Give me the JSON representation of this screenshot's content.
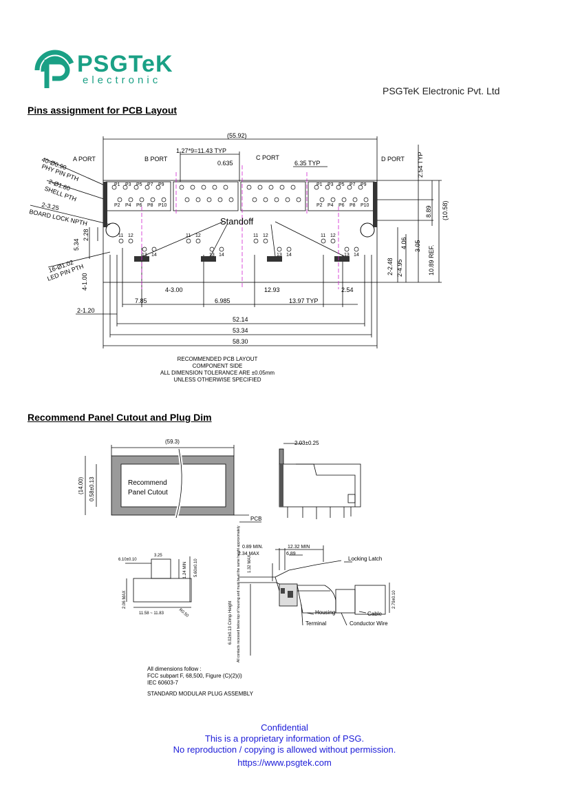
{
  "header": {
    "logo_word": "PSGTeK",
    "logo_sub": "electronic",
    "company": "PSGTeK Electronic Pvt. Ltd"
  },
  "section1": {
    "title": "Pins assignment for PCB Layout",
    "labels": {
      "overall": "(55.92)",
      "pitch": "1.27*9=11.43 TYP",
      "pitch_small": "0.635",
      "port_a": "A PORT",
      "port_b": "B PORT",
      "port_c": "C PORT",
      "port_d": "D PORT",
      "typ635": "6.35 TYP",
      "typ254": "2.54 TYP",
      "phy_pin_1": "40-Ø0.90",
      "phy_pin_2": "PHY PIN PTH",
      "shell_1": "2-Ø1.60",
      "shell_2": "SHELL PTH",
      "board_lock_1": "2-3.25",
      "board_lock_2": "BOARD LOCK NPTH",
      "led_pin_1": "16-Ø1.02",
      "led_pin_2": "LED PIN PTH",
      "standoff": "Standoff",
      "d889": "8.89",
      "d1058": "(10.58)",
      "d406": "4.06",
      "d305": "3.05",
      "d1089": "10.89 REF.",
      "d248": "2-2.48",
      "d495": "2-4.95",
      "d534": "5.34",
      "d228": "2.28",
      "d4100": "4-1.00",
      "d4300": "4-3.00",
      "d785": "7.85",
      "d6985": "6.985",
      "d1293": "12.93",
      "d254b": "2.54",
      "d1397": "13.97 TYP",
      "d2120": "2-1.20",
      "d5214": "52.14",
      "d5334": "53.34",
      "d5830": "58.30",
      "pins_top": [
        "P1",
        "P3",
        "P5",
        "P7",
        "P9"
      ],
      "pins_bottom": [
        "P2",
        "P4",
        "P6",
        "P8",
        "P10"
      ],
      "led_nums": [
        "11",
        "12",
        "13",
        "14"
      ]
    },
    "note": [
      "RECOMMENDED PCB LAYOUT",
      "COMPONENT SIDE",
      "ALL DIMENSION TOLERANCE ARE ±0.05mm",
      "UNLESS OTHERWISE SPECIFIED"
    ]
  },
  "section2": {
    "title": "Recommend Panel Cutout and Plug Dim",
    "labels": {
      "width": "(59.3)",
      "height_outer": "(14.00)",
      "height_inner": "0.58±0.13",
      "cutout_1": "Recommend",
      "cutout_2": "Panel Cutout",
      "pcb": "PCB",
      "side_dim": "2.03±0.25",
      "plug_325": "3.25",
      "plug_610": "6.10±0.10",
      "plug_124": "1.24 MIN",
      "plug_560": "5.60±0.10",
      "plug_206": "2.06 MAX",
      "plug_1158": "11.58 ~ 11.83",
      "plug_r050": "R0.50",
      "asm_089": "0.89 MIN.",
      "asm_1232": "12.32 MIN",
      "asm_234": "2.34 MAX",
      "asm_689": "6.89",
      "asm_132": "1.32 MAX",
      "asm_278": "2.79±0.10",
      "asm_602": "6.02±0.13 Crimp Height",
      "asm_note": "All contacts recessed below top of housing and must be at the same height approximately",
      "locking_latch": "Locking Latch",
      "housing": "Housing",
      "cable": "Cable",
      "terminal": "Terminal",
      "conductor_wire": "Conductor Wire"
    },
    "notes": [
      "All dimensions follow :",
      "FCC subpart F, 68,500, Figure (C)(2)(i)",
      "IEC 60603-7",
      "STANDARD MODULAR PLUG ASSEMBLY"
    ]
  },
  "footer": {
    "line1": "Confidential",
    "line2": "This is a proprietary information of PSG.",
    "line3": "No reproduction / copying is allowed without permission.",
    "line4": "https://www.psgtek.com"
  }
}
